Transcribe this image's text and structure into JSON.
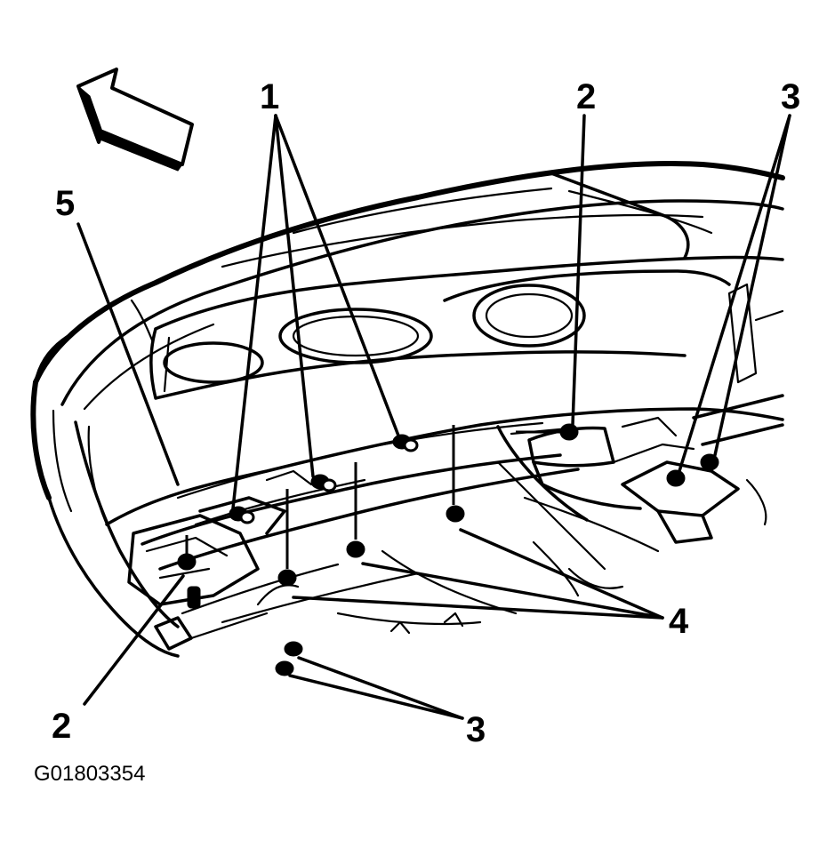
{
  "figure_id": "G01803354",
  "callouts": {
    "c1": "1",
    "c2_top": "2",
    "c3_top": "3",
    "c5": "5",
    "c4": "4",
    "c2_bottom": "2",
    "c3_bottom": "3"
  },
  "colors": {
    "ink": "#000000",
    "background": "#ffffff"
  },
  "icons": {
    "direction_arrow": "arrow-icon"
  }
}
